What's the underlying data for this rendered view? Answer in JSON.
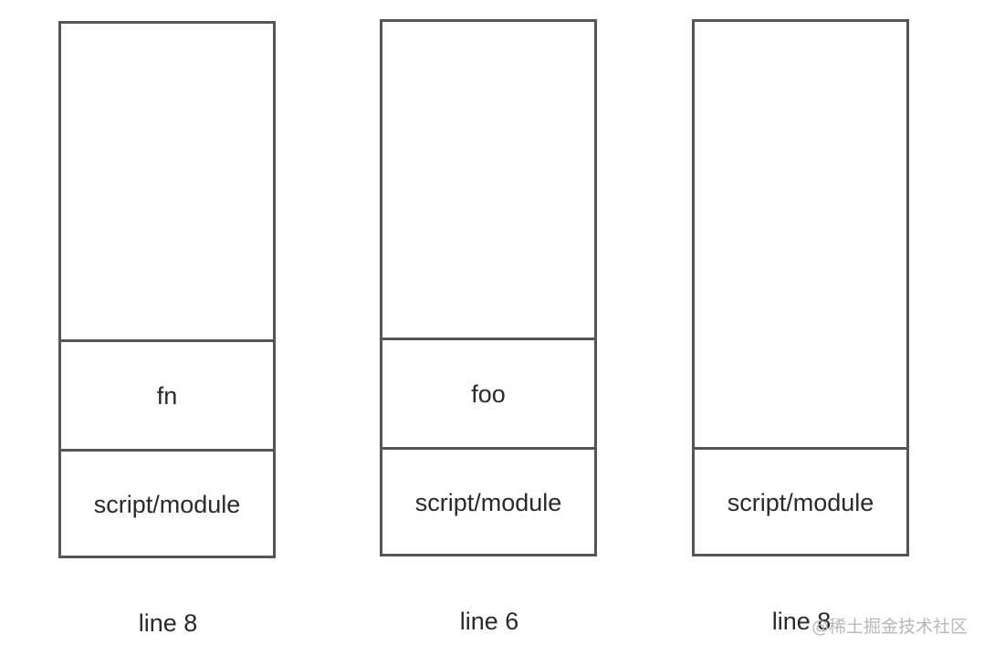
{
  "stacks": [
    {
      "frames": [
        "fn",
        "script/module"
      ],
      "caption": "line 8"
    },
    {
      "frames": [
        "foo",
        "script/module"
      ],
      "caption": "line 6"
    },
    {
      "frames": [
        "script/module"
      ],
      "caption": "line 8"
    }
  ],
  "watermark": "@稀土掘金技术社区"
}
